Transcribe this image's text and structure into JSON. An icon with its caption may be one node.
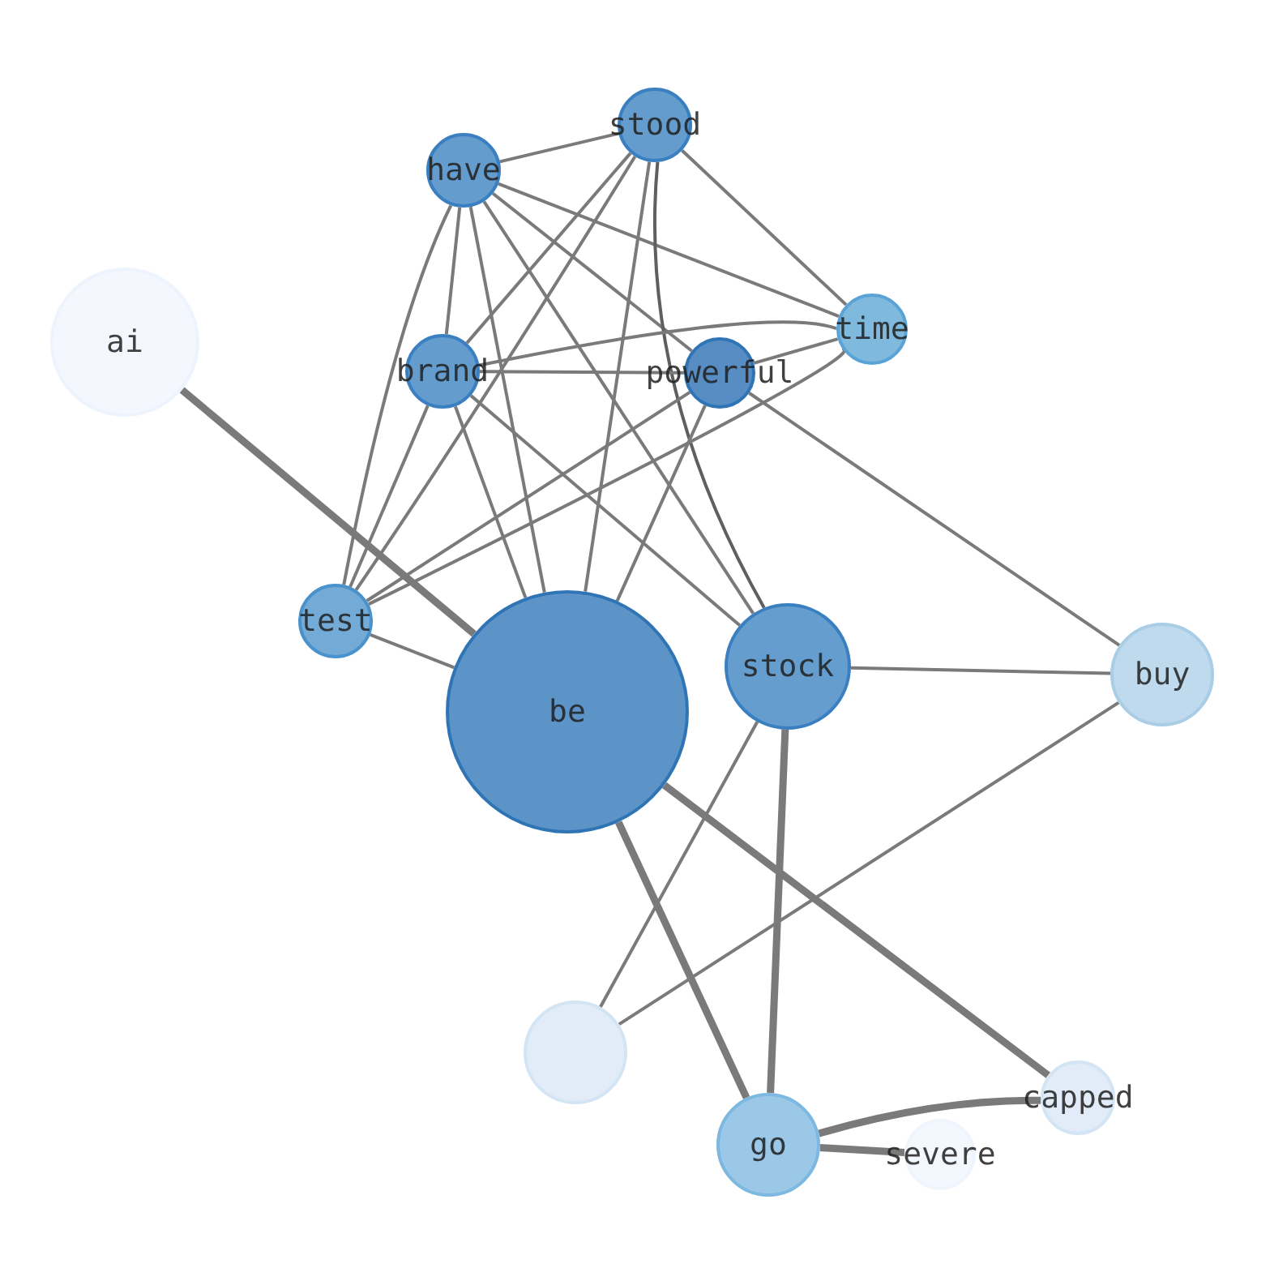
{
  "diagram": {
    "nodes": [
      {
        "text": [
          "ai"
        ]
      },
      {
        "text": [
          "stood"
        ]
      },
      {
        "text": [
          "have"
        ]
      },
      {
        "text": [
          "time"
        ]
      },
      {
        "text": [
          "brand"
        ]
      },
      {
        "text": [
          "powerful"
        ]
      },
      {
        "text": [
          "test"
        ]
      },
      {
        "text": [
          "be"
        ]
      },
      {
        "text": [
          "stock"
        ]
      },
      {
        "text": [
          "buy"
        ]
      },
      {
        "text": [],
        "shape": "circle"
      },
      {
        "text": [
          "capped"
        ]
      },
      {
        "text": [
          "go"
        ]
      },
      {
        "text": [
          "severe"
        ]
      }
    ],
    "edges": [
      {
        "from": 2,
        "to": 1,
        "arrow": "none"
      },
      {
        "from": 2,
        "to": 3,
        "arrow": "none"
      },
      {
        "from": 2,
        "to": 5,
        "arrow": "none"
      },
      {
        "from": 2,
        "to": 4,
        "arrow": "none"
      },
      {
        "from": 2,
        "to": 6,
        "arrow": "none"
      },
      {
        "from": 2,
        "to": 7,
        "arrow": "none"
      },
      {
        "from": 2,
        "to": 8,
        "arrow": "none"
      },
      {
        "from": 1,
        "to": 4,
        "arrow": "none"
      },
      {
        "from": 1,
        "to": 6,
        "arrow": "none"
      },
      {
        "from": 1,
        "to": 7,
        "arrow": "none"
      },
      {
        "from": 1,
        "to": 8,
        "arrow": "none",
        "color": "#5f5f5f"
      },
      {
        "from": 1,
        "to": 3,
        "arrow": "none"
      },
      {
        "from": 4,
        "to": 5,
        "arrow": "none"
      },
      {
        "from": 4,
        "to": 3,
        "arrow": "none"
      },
      {
        "from": 4,
        "to": 6,
        "arrow": "none"
      },
      {
        "from": 4,
        "to": 7,
        "arrow": "none"
      },
      {
        "from": 4,
        "to": 8,
        "arrow": "none"
      },
      {
        "from": 5,
        "to": 3,
        "arrow": "none"
      },
      {
        "from": 5,
        "to": 6,
        "arrow": "none"
      },
      {
        "from": 5,
        "to": 7,
        "arrow": "none"
      },
      {
        "from": 5,
        "to": 9,
        "arrow": "none"
      },
      {
        "from": 3,
        "to": 6,
        "arrow": "none"
      },
      {
        "from": 6,
        "to": 7,
        "arrow": "none"
      },
      {
        "from": 8,
        "to": 9,
        "arrow": "none"
      },
      {
        "from": 8,
        "to": 10,
        "arrow": "none"
      },
      {
        "from": 8,
        "to": 12,
        "arrow": "none",
        "style": "thick"
      },
      {
        "from": 7,
        "to": 12,
        "arrow": "none",
        "style": "thick"
      },
      {
        "from": 7,
        "to": 11,
        "arrow": "none",
        "style": "thick"
      },
      {
        "from": 0,
        "to": 7,
        "arrow": "none",
        "style": "thick"
      },
      {
        "from": 9,
        "to": 10,
        "arrow": "none"
      },
      {
        "from": 12,
        "to": 11,
        "arrow": "none",
        "style": "thick"
      },
      {
        "from": 12,
        "to": 13,
        "arrow": "none",
        "style": "thick"
      }
    ]
  }
}
